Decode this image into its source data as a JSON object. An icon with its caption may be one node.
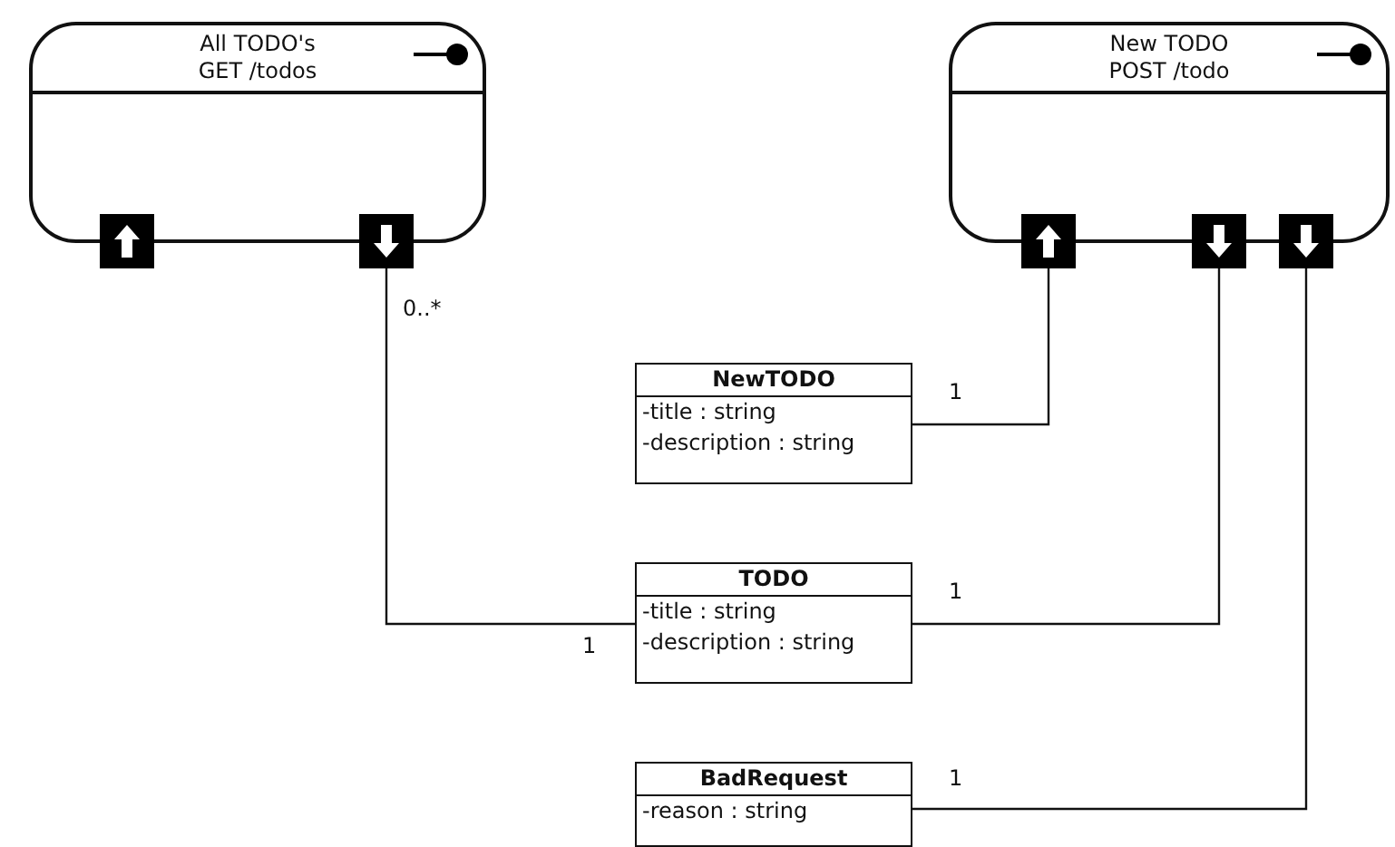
{
  "diagram": {
    "nodes": [
      {
        "text": [
          "All TODO's",
          "GET /todos"
        ]
      },
      {
        "text": [],
        "shape": "box"
      },
      {
        "text": [],
        "shape": "box"
      },
      {
        "text": [
          "New TODO",
          "POST /todo"
        ]
      },
      {
        "text": [],
        "shape": "box"
      },
      {
        "text": [],
        "shape": "box"
      },
      {
        "text": [],
        "shape": "box"
      },
      {
        "text": [
          "NewTODO",
          "-title : string",
          "-description : string"
        ]
      },
      {
        "text": [
          "TODO",
          "-title : string",
          "-description : string"
        ]
      },
      {
        "text": [
          "BadRequest",
          "-reason : string"
        ]
      }
    ],
    "edges": [
      {
        "from": 2,
        "to": 8,
        "arrow": "none"
      },
      {
        "from": 4,
        "to": 7,
        "arrow": "none"
      },
      {
        "from": 5,
        "to": 8,
        "arrow": "none"
      },
      {
        "from": 6,
        "to": 9,
        "arrow": "none"
      }
    ],
    "labels": [
      "0..*",
      "1",
      "1",
      "1",
      "1"
    ]
  }
}
